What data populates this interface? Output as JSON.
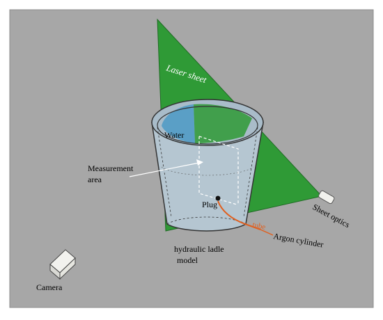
{
  "diagram": {
    "labels": {
      "laser_sheet": "Laser sheet",
      "water": "Water",
      "measurement_area_line1": "Measurement",
      "measurement_area_line2": "area",
      "plug": "Plug",
      "tube": "tube",
      "argon_cylinder": "Argon cylinder",
      "ladle_line1": "hydraulic ladle",
      "ladle_line2": "model",
      "sheet_optics": "Sheet optics",
      "camera": "Camera"
    },
    "colors": {
      "background": "#a7a7a7",
      "laser_sheet": "#2f9a36",
      "vessel": "#b5c6d1",
      "water": "#5a9fc6",
      "tube": "#e06020",
      "camera_body": "#f2f2ee"
    }
  }
}
